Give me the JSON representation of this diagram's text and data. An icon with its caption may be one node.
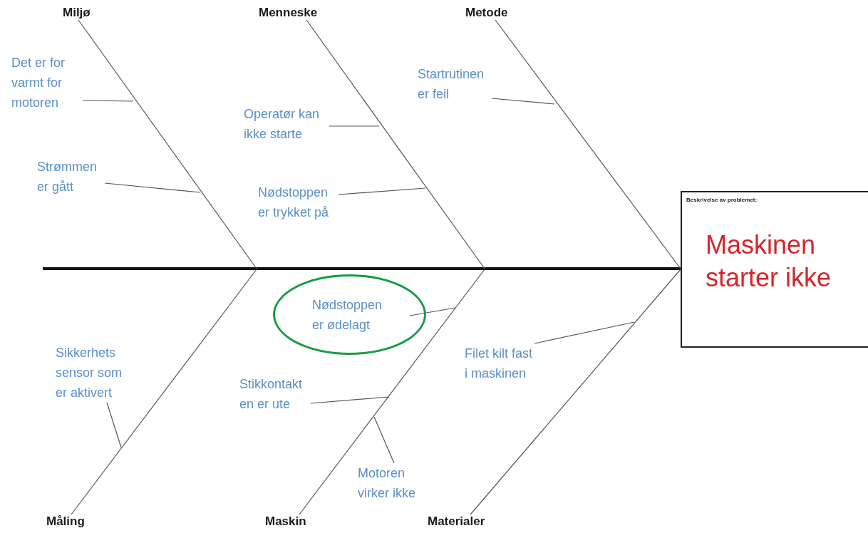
{
  "diagram": {
    "nodes": [
      {
        "text": [
          "Miljø"
        ]
      },
      {
        "text": [
          "Menneske"
        ]
      },
      {
        "text": [
          "Metode"
        ]
      },
      {
        "text": [
          "Beskrivelse av problemet:",
          "Maskinen starter ikke"
        ]
      },
      {
        "text": [
          "Måling"
        ]
      },
      {
        "text": [
          "Maskin"
        ]
      },
      {
        "text": [
          "Materialer"
        ]
      },
      {
        "text": [
          "Det er for varmt for motoren"
        ]
      },
      {
        "text": [
          "Strømmen er gått"
        ]
      },
      {
        "text": [
          "Operatør kan ikke starte"
        ]
      },
      {
        "text": [
          "Nødstoppen er trykket på"
        ]
      },
      {
        "text": [
          "Startrutinen er feil"
        ]
      },
      {
        "text": [
          "Nødstoppen er ødelagt"
        ]
      },
      {
        "text": [
          "Sikkerhets sensor som er aktivert"
        ]
      },
      {
        "text": [
          "Stikkontakt en er ute"
        ]
      },
      {
        "text": [
          "Motoren virker ikke"
        ]
      },
      {
        "text": [
          "Filet kilt fast i maskinen"
        ]
      }
    ],
    "edges": [
      {
        "from": null,
        "to": 3,
        "arrow": "none",
        "style": "thick",
        "color": "#111111"
      },
      {
        "from": 0,
        "to": null,
        "arrow": "none"
      },
      {
        "from": 1,
        "to": null,
        "arrow": "none"
      },
      {
        "from": 2,
        "to": 3,
        "arrow": "none"
      },
      {
        "from": 4,
        "to": null,
        "arrow": "none"
      },
      {
        "from": 5,
        "to": null,
        "arrow": "none"
      },
      {
        "from": 6,
        "to": 3,
        "arrow": "none"
      },
      {
        "from": 7,
        "to": null,
        "arrow": "none"
      },
      {
        "from": 8,
        "to": null,
        "arrow": "none"
      },
      {
        "from": 9,
        "to": null,
        "arrow": "none"
      },
      {
        "from": 10,
        "to": null,
        "arrow": "none"
      },
      {
        "from": 11,
        "to": null,
        "arrow": "none"
      },
      {
        "from": 12,
        "to": null,
        "arrow": "none"
      },
      {
        "from": 13,
        "to": null,
        "arrow": "none"
      },
      {
        "from": 14,
        "to": null,
        "arrow": "none"
      },
      {
        "from": 15,
        "to": null,
        "arrow": "none"
      },
      {
        "from": 16,
        "to": null,
        "arrow": "none"
      }
    ]
  }
}
